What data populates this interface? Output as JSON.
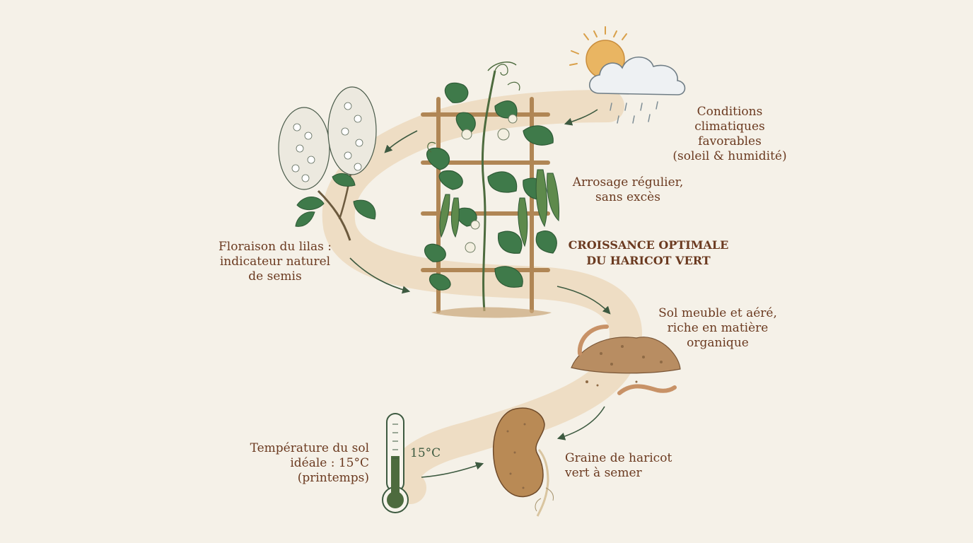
{
  "title": {
    "line1": "CROISSANCE OPTIMALE",
    "line2": "DU HARICOT VERT"
  },
  "labels": {
    "climate": [
      "Conditions",
      "climatiques",
      "favorables",
      "(soleil & humidité)"
    ],
    "watering": [
      "Arrosage régulier,",
      "sans excès"
    ],
    "lilac": [
      "Floraison du lilas :",
      "indicateur naturel",
      "de semis"
    ],
    "soil": [
      "Sol meuble et aéré,",
      "riche en matière",
      "organique"
    ],
    "seed": [
      "Graine de haricot",
      "vert à semer"
    ],
    "temperature": [
      "Température du sol",
      "idéale : 15°C",
      "(printemps)"
    ]
  },
  "thermometer_reading": "15°C",
  "colors": {
    "background": "#f5f1e8",
    "text": "#6b3a20",
    "leaf": "#3f7a4a",
    "leaf_dark": "#2f5a36",
    "path": "#ecd9bd",
    "arrow": "#3d5a40",
    "sun": "#e9b562",
    "bean_seed": "#b98a55",
    "soil": "#b88d62"
  }
}
